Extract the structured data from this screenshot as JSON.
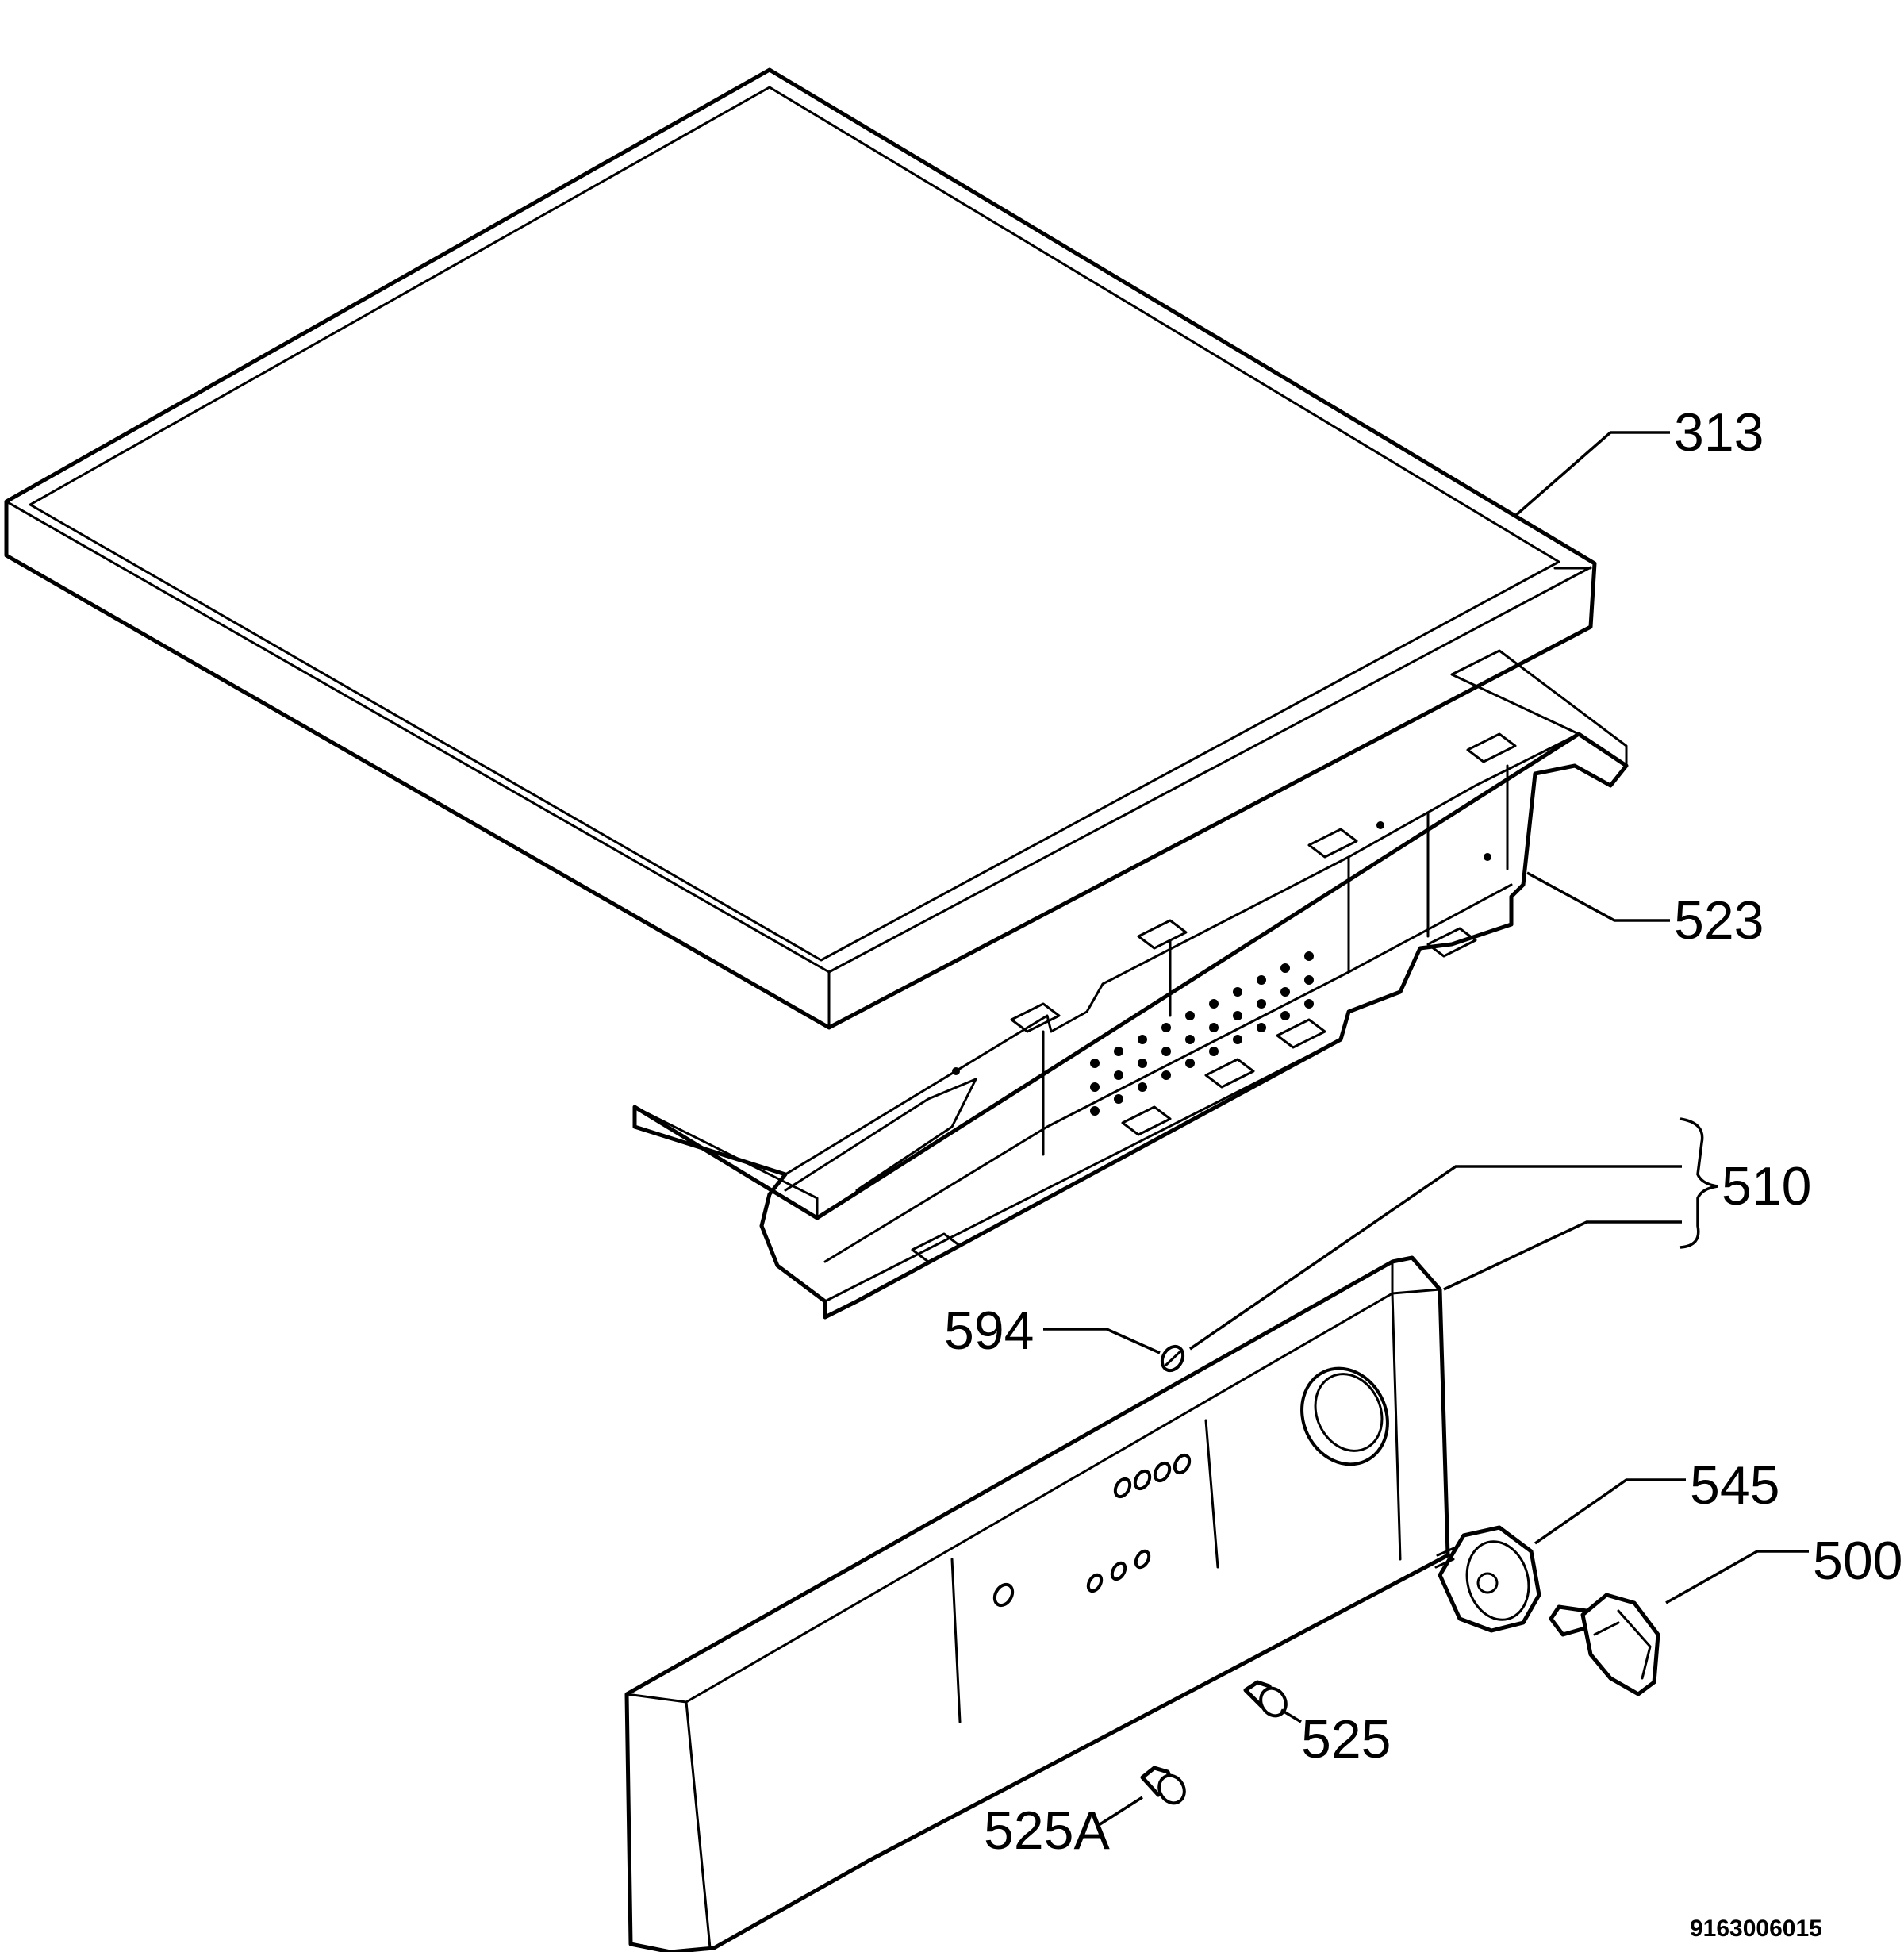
{
  "labels": {
    "p313": "313",
    "p523": "523",
    "p510": "510",
    "p594": "594",
    "p545": "545",
    "p500": "500",
    "p525": "525",
    "p525a": "525A"
  },
  "document_number": "9163006015"
}
